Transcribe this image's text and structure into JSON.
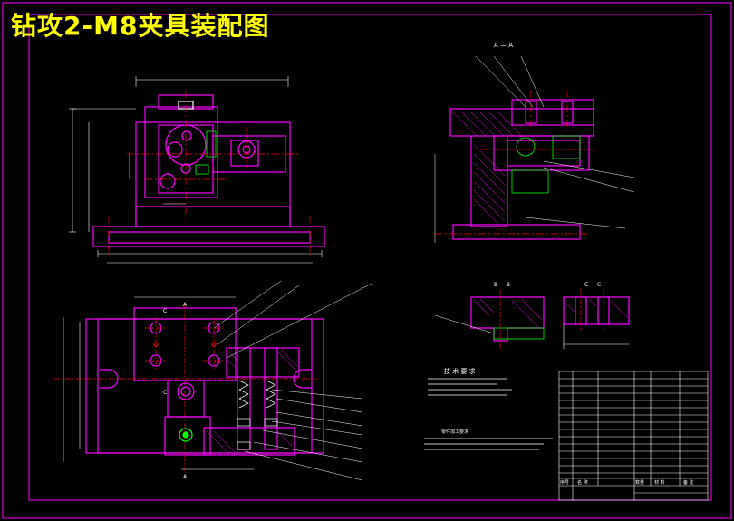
{
  "title": "钻攻2-M8夹具装配图",
  "section_labels": {
    "aa": "A — A",
    "bb": "B — B",
    "cc": "C — C",
    "a_top": "A",
    "a_bottom": "A",
    "c_top": "C",
    "c_bottom": "C"
  },
  "notes_title": "技 术 要 求",
  "notes2_title": "零件加工要求",
  "table_header": {
    "col_no": "序号",
    "col_name": "名 称",
    "col_qty": "数量",
    "col_mat": "材 料",
    "col_note": "备 注"
  },
  "colors": {
    "frame": "#ff00ff",
    "title": "#ffff00",
    "centerline": "#ff0000",
    "hidden": "#00ff00",
    "text": "#ffffff",
    "detail": "#ffffff",
    "section": "#ff00ff"
  }
}
